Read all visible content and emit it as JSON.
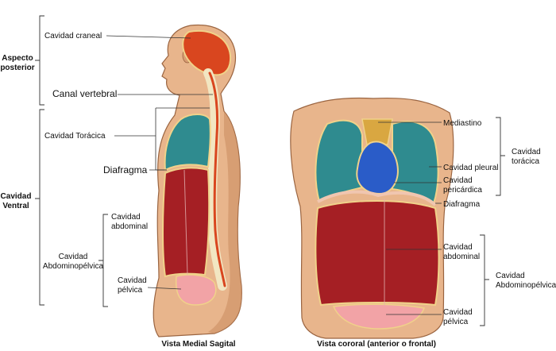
{
  "left_view": {
    "labels": {
      "cavidad_craneal": "Cavidad craneal",
      "canal_vertebral": "Canal vertebral",
      "cavidad_toracica": "Cavidad Torácica",
      "diafragma": "Diafragma",
      "cavidad_abdominal_l1": "Cavidad",
      "cavidad_abdominal_l2": "abdominal",
      "cavidad_abdominopelvica_l1": "Cavidad",
      "cavidad_abdominopelvica_l2": "Abdominopélvica",
      "cavidad_pelvica_l1": "Cavidad",
      "cavidad_pelvica_l2": "pélvica"
    },
    "groups": {
      "aspecto_posterior_l1": "Aspecto",
      "aspecto_posterior_l2": "posterior",
      "cavidad_ventral_l1": "Cavidad",
      "cavidad_ventral_l2": "Ventral"
    },
    "caption": "Vista Medial Sagital"
  },
  "right_view": {
    "labels": {
      "mediastino": "Mediastino",
      "cavidad_pleural": "Cavidad pleural",
      "cavidad_pericardica_l1": "Cavidad",
      "cavidad_pericardica_l2": "pericárdica",
      "diafragma": "Diafragma",
      "cavidad_abdominal_l1": "Cavidad",
      "cavidad_abdominal_l2": "abdominal",
      "cavidad_pelvica_l1": "Cavidad",
      "cavidad_pelvica_l2": "pélvica"
    },
    "groups": {
      "cavidad_toracica_l1": "Cavidad",
      "cavidad_toracica_l2": "torácica",
      "cavidad_abdominopelvica_l1": "Cavidad",
      "cavidad_abdominopelvica_l2": "Abdominopélvica"
    },
    "caption": "Vista cororal (anterior o frontal)"
  },
  "colors": {
    "skin": "#e8b58c",
    "skin_shadow": "#c98a5e",
    "cranial": "#d9461f",
    "thoracic": "#2f8b8f",
    "abdominal": "#a51f24",
    "pelvic": "#f2a3a6",
    "pericardial": "#2a5cc8",
    "mediastinum": "#d9a741",
    "spine": "#f2e6c2"
  }
}
